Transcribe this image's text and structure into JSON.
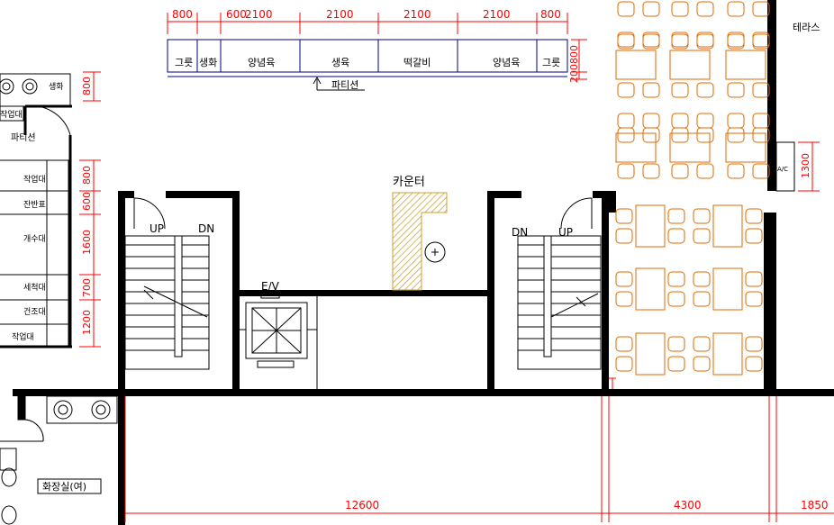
{
  "top_dims": [
    "800",
    "600",
    "2100",
    "2100",
    "2100",
    "2100",
    "800"
  ],
  "right_dim_top": "200800",
  "showcase_cells": [
    "그릇",
    "생화",
    "양념육",
    "생육",
    "떡갈비",
    "양념육",
    "그릇"
  ],
  "showcase_label": "파티션",
  "left_partition_label": "파티션",
  "left_dims": [
    "800",
    "800",
    "600",
    "1600",
    "700",
    "1200"
  ],
  "left_labels": [
    "작업대",
    "작업대",
    "잔반표",
    "개수대",
    "세척대",
    "건조대",
    "작업대"
  ],
  "left_small": [
    "생화"
  ],
  "stair_left": {
    "up": "UP",
    "dn": "DN"
  },
  "stair_right": {
    "up": "UP",
    "dn": "DN"
  },
  "elevator_label": "E/V",
  "counter_label": "카운터",
  "terrace_label": "테라스",
  "ac_label": "A/C",
  "ac_dim": "1300",
  "restroom_label": "화장실(여)",
  "bottom_dims": [
    "12600",
    "4300",
    "1850"
  ],
  "colors": {
    "wall": "#000000",
    "dim": "#ff0000",
    "furniture": "#e06a00",
    "showcase": "#000080",
    "counter": "#c8a030"
  }
}
